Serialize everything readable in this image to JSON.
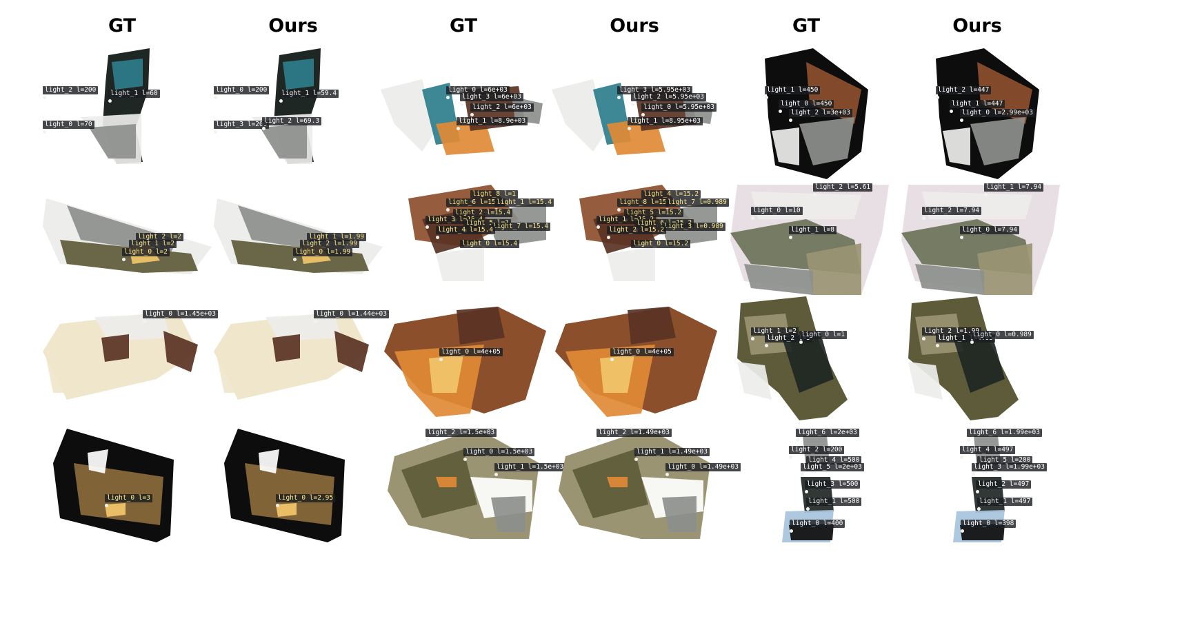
{
  "headers": [
    "GT",
    "Ours",
    "GT",
    "Ours",
    "GT",
    "Ours"
  ],
  "colors": {
    "dark": "#1f2724",
    "grey": "#8c8f8c",
    "light": "#ededeb",
    "white": "#ffffff",
    "teal": "#2e7d8c",
    "orange": "#e08a35",
    "cream": "#efe6cc",
    "brownDark": "#5a3324",
    "brown": "#8c4f2c",
    "olive": "#5e5b3a",
    "oliveLight": "#9a9473",
    "pink": "#e8dfe4",
    "floor": "#6b7358",
    "blue": "#a7c4dc",
    "amber": "#8a6a3a",
    "gold": "#f2c66b",
    "black": "#0d0d0d"
  },
  "cells": [
    {
      "id": "r1-gt-a",
      "scene": "s11",
      "labels": [
        "light_2 l=200",
        "light_1 l=60",
        "light_0 l=70"
      ]
    },
    {
      "id": "r1-ours-a",
      "scene": "s11",
      "labels": [
        "light_0 l=200",
        "light_1 l=59.4",
        "light_3 l=200",
        "light_2 l=69.3"
      ]
    },
    {
      "id": "r1-gt-b",
      "scene": "s12",
      "labels": [
        "light_0 l=6e+03",
        "light_3 l=6e+03",
        "light_2 l=6e+03",
        "light_1 l=8.9e+03"
      ]
    },
    {
      "id": "r1-ours-b",
      "scene": "s12",
      "labels": [
        "light_3 l=5.95e+03",
        "light_2 l=5.95e+03",
        "light_0 l=5.95e+03",
        "light_1 l=8.95e+03"
      ]
    },
    {
      "id": "r1-gt-c",
      "scene": "s13",
      "labels": [
        "light_1 l=450",
        "light_0 l=450",
        "light_2 l=3e+03"
      ]
    },
    {
      "id": "r1-ours-c",
      "scene": "s13",
      "labels": [
        "light_2 l=447",
        "light_1 l=447",
        "light_0 l=2.99e+03"
      ]
    },
    {
      "id": "r2-gt-a",
      "scene": "s21",
      "labels": [
        "light_2 l=2",
        "light_1 l=2",
        "light_0 l=2"
      ]
    },
    {
      "id": "r2-ours-a",
      "scene": "s21",
      "labels": [
        "light_1 l=1.99",
        "light_2 l=1.99",
        "light_0 l=1.99"
      ]
    },
    {
      "id": "r2-gt-b",
      "scene": "s22",
      "labels": [
        "light_8 l=1",
        "light_6 l=15.4",
        "light_1 l=15.4",
        "light_2 l=15.4",
        "light_3 l=15.4",
        "light_5 l=1",
        "light_7 l=15.4",
        "light_4 l=15.4",
        "light_0 l=15.4"
      ]
    },
    {
      "id": "r2-ours-b",
      "scene": "s22",
      "labels": [
        "light_4 l=15.2",
        "light_8 l=15",
        "light_7 l=0.989",
        "light_5 l=15.2",
        "light_1 l=15.2",
        "light_6 l=15.2",
        "light_3 l=0.989",
        "light_2 l=15.2",
        "light_0 l=15.2"
      ]
    },
    {
      "id": "r2-gt-c",
      "scene": "s23",
      "labels": [
        "light_2 l=5.61",
        "light_0 l=10",
        "light_1 l=8"
      ]
    },
    {
      "id": "r2-ours-c",
      "scene": "s23",
      "labels": [
        "light_1 l=7.94",
        "light_2 l=7.94",
        "light_0 l=7.94"
      ]
    },
    {
      "id": "r3-gt-a",
      "scene": "s31",
      "labels": [
        "light_0 l=1.45e+03"
      ]
    },
    {
      "id": "r3-ours-a",
      "scene": "s31",
      "labels": [
        "light_0 l=1.44e+03"
      ]
    },
    {
      "id": "r3-gt-b",
      "scene": "s32",
      "labels": [
        "light_0 l=4e+05"
      ]
    },
    {
      "id": "r3-ours-b",
      "scene": "s32",
      "labels": [
        "light_0 l=4e+05"
      ]
    },
    {
      "id": "r3-gt-c",
      "scene": "s33",
      "labels": [
        "light_1 l=2",
        "light_2 l=5",
        "light_0 l=1"
      ]
    },
    {
      "id": "r3-ours-c",
      "scene": "s33",
      "labels": [
        "light_2 l=1.99",
        "light_1 l=4.95",
        "light_0 l=0.989"
      ]
    },
    {
      "id": "r4-gt-a",
      "scene": "s41",
      "labels": [
        "light_0 l=3"
      ]
    },
    {
      "id": "r4-ours-a",
      "scene": "s41",
      "labels": [
        "light_0 l=2.95"
      ]
    },
    {
      "id": "r4-gt-b",
      "scene": "s42",
      "labels": [
        "light_2 l=1.5e+03",
        "light_0 l=1.5e+03",
        "light_1 l=1.5e+03"
      ]
    },
    {
      "id": "r4-ours-b",
      "scene": "s42",
      "labels": [
        "light_2 l=1.49e+03",
        "light_1 l=1.49e+03",
        "light_0 l=1.49e+03"
      ]
    },
    {
      "id": "r4-gt-c",
      "scene": "s43",
      "labels": [
        "light_6 l=2e+03",
        "light_2 l=200",
        "light_4 l=500",
        "light_5 l=2e+03",
        "light_3 l=500",
        "light_1 l=500",
        "light_0 l=400"
      ]
    },
    {
      "id": "r4-ours-c",
      "scene": "s43",
      "labels": [
        "light_6 l=1.99e+03",
        "light_4 l=497",
        "light_5 l=200",
        "light_3 l=1.99e+03",
        "light_2 l=497",
        "light_1 l=497",
        "light_0 l=398"
      ]
    }
  ]
}
